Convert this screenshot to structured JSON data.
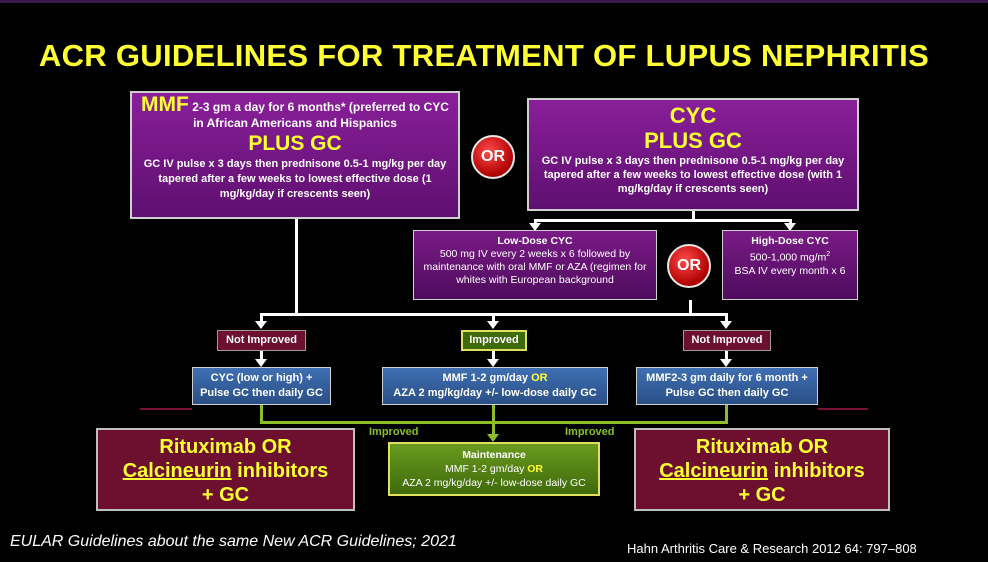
{
  "title": "ACR GUIDELINES FOR TREATMENT OF LUPUS NEPHRITIS",
  "mmf_box": {
    "drug": "MMF",
    "dose_text": "2-3 gm a day for 6 months* (preferred to CYC in African Americans and Hispanics",
    "plus": "PLUS GC",
    "gc_text": "GC IV pulse x 3 days then prednisone 0.5-1 mg/kg per day tapered after a few weeks to lowest effective dose (1 mg/kg/day if crescents seen)"
  },
  "or_top": "OR",
  "cyc_box": {
    "drug": "CYC",
    "plus": "PLUS GC",
    "gc_text": "GC IV pulse x 3 days then prednisone 0.5-1 mg/kg per day tapered after a few weeks to lowest effective dose (with 1 mg/kg/day if crescents seen)"
  },
  "low_dose": {
    "title": "Low-Dose CYC",
    "text": "500 mg IV every 2 weeks x 6 followed by maintenance with oral MMF or AZA (regimen for whites with European background"
  },
  "or_mid": "OR",
  "high_dose": {
    "title": "High-Dose CYC",
    "line1": "500-1,000 mg/m",
    "sup": "2",
    "line2": "BSA IV every month x 6"
  },
  "status": {
    "not_improved_left": "Not Improved",
    "improved_mid": "Improved",
    "not_improved_right": "Not Improved"
  },
  "blue_left": {
    "line1": "CYC (low or high) +",
    "line2": "Pulse GC then daily GC"
  },
  "blue_mid": {
    "line1a": "MMF 1-2 gm/day ",
    "or": "OR",
    "line2": "AZA 2 mg/kg/day +/- low-dose daily GC"
  },
  "blue_right": {
    "line1": "MMF2-3 gm daily for 6 month +",
    "line2": "Pulse GC then daily GC"
  },
  "improved_left": "Improved",
  "improved_right": "Improved",
  "maintenance": {
    "title": "Maintenance",
    "line1a": "MMF 1-2 gm/day ",
    "or": "OR",
    "line2": "AZA 2 mg/kg/day +/- low-dose daily GC"
  },
  "rescue_left": {
    "line1": "Rituximab OR",
    "line2a": "Calcineurin",
    "line2b": " inhibitors",
    "line3": "+ GC"
  },
  "rescue_right": {
    "line1": "Rituximab OR",
    "line2a": "Calcineurin",
    "line2b": " inhibitors",
    "line3": "+ GC"
  },
  "footer_left": "EULAR Guidelines about the same New ACR Guidelines; 2021",
  "footer_right": "Hahn Arthritis Care & Research 2012 64: 797–808",
  "colors": {
    "title": "#ffff33",
    "purple": "#7a1a86",
    "maroon": "#6d0f2e",
    "blue": "#2a4f86",
    "green": "#4f7a14",
    "or_red": "#c00000"
  }
}
